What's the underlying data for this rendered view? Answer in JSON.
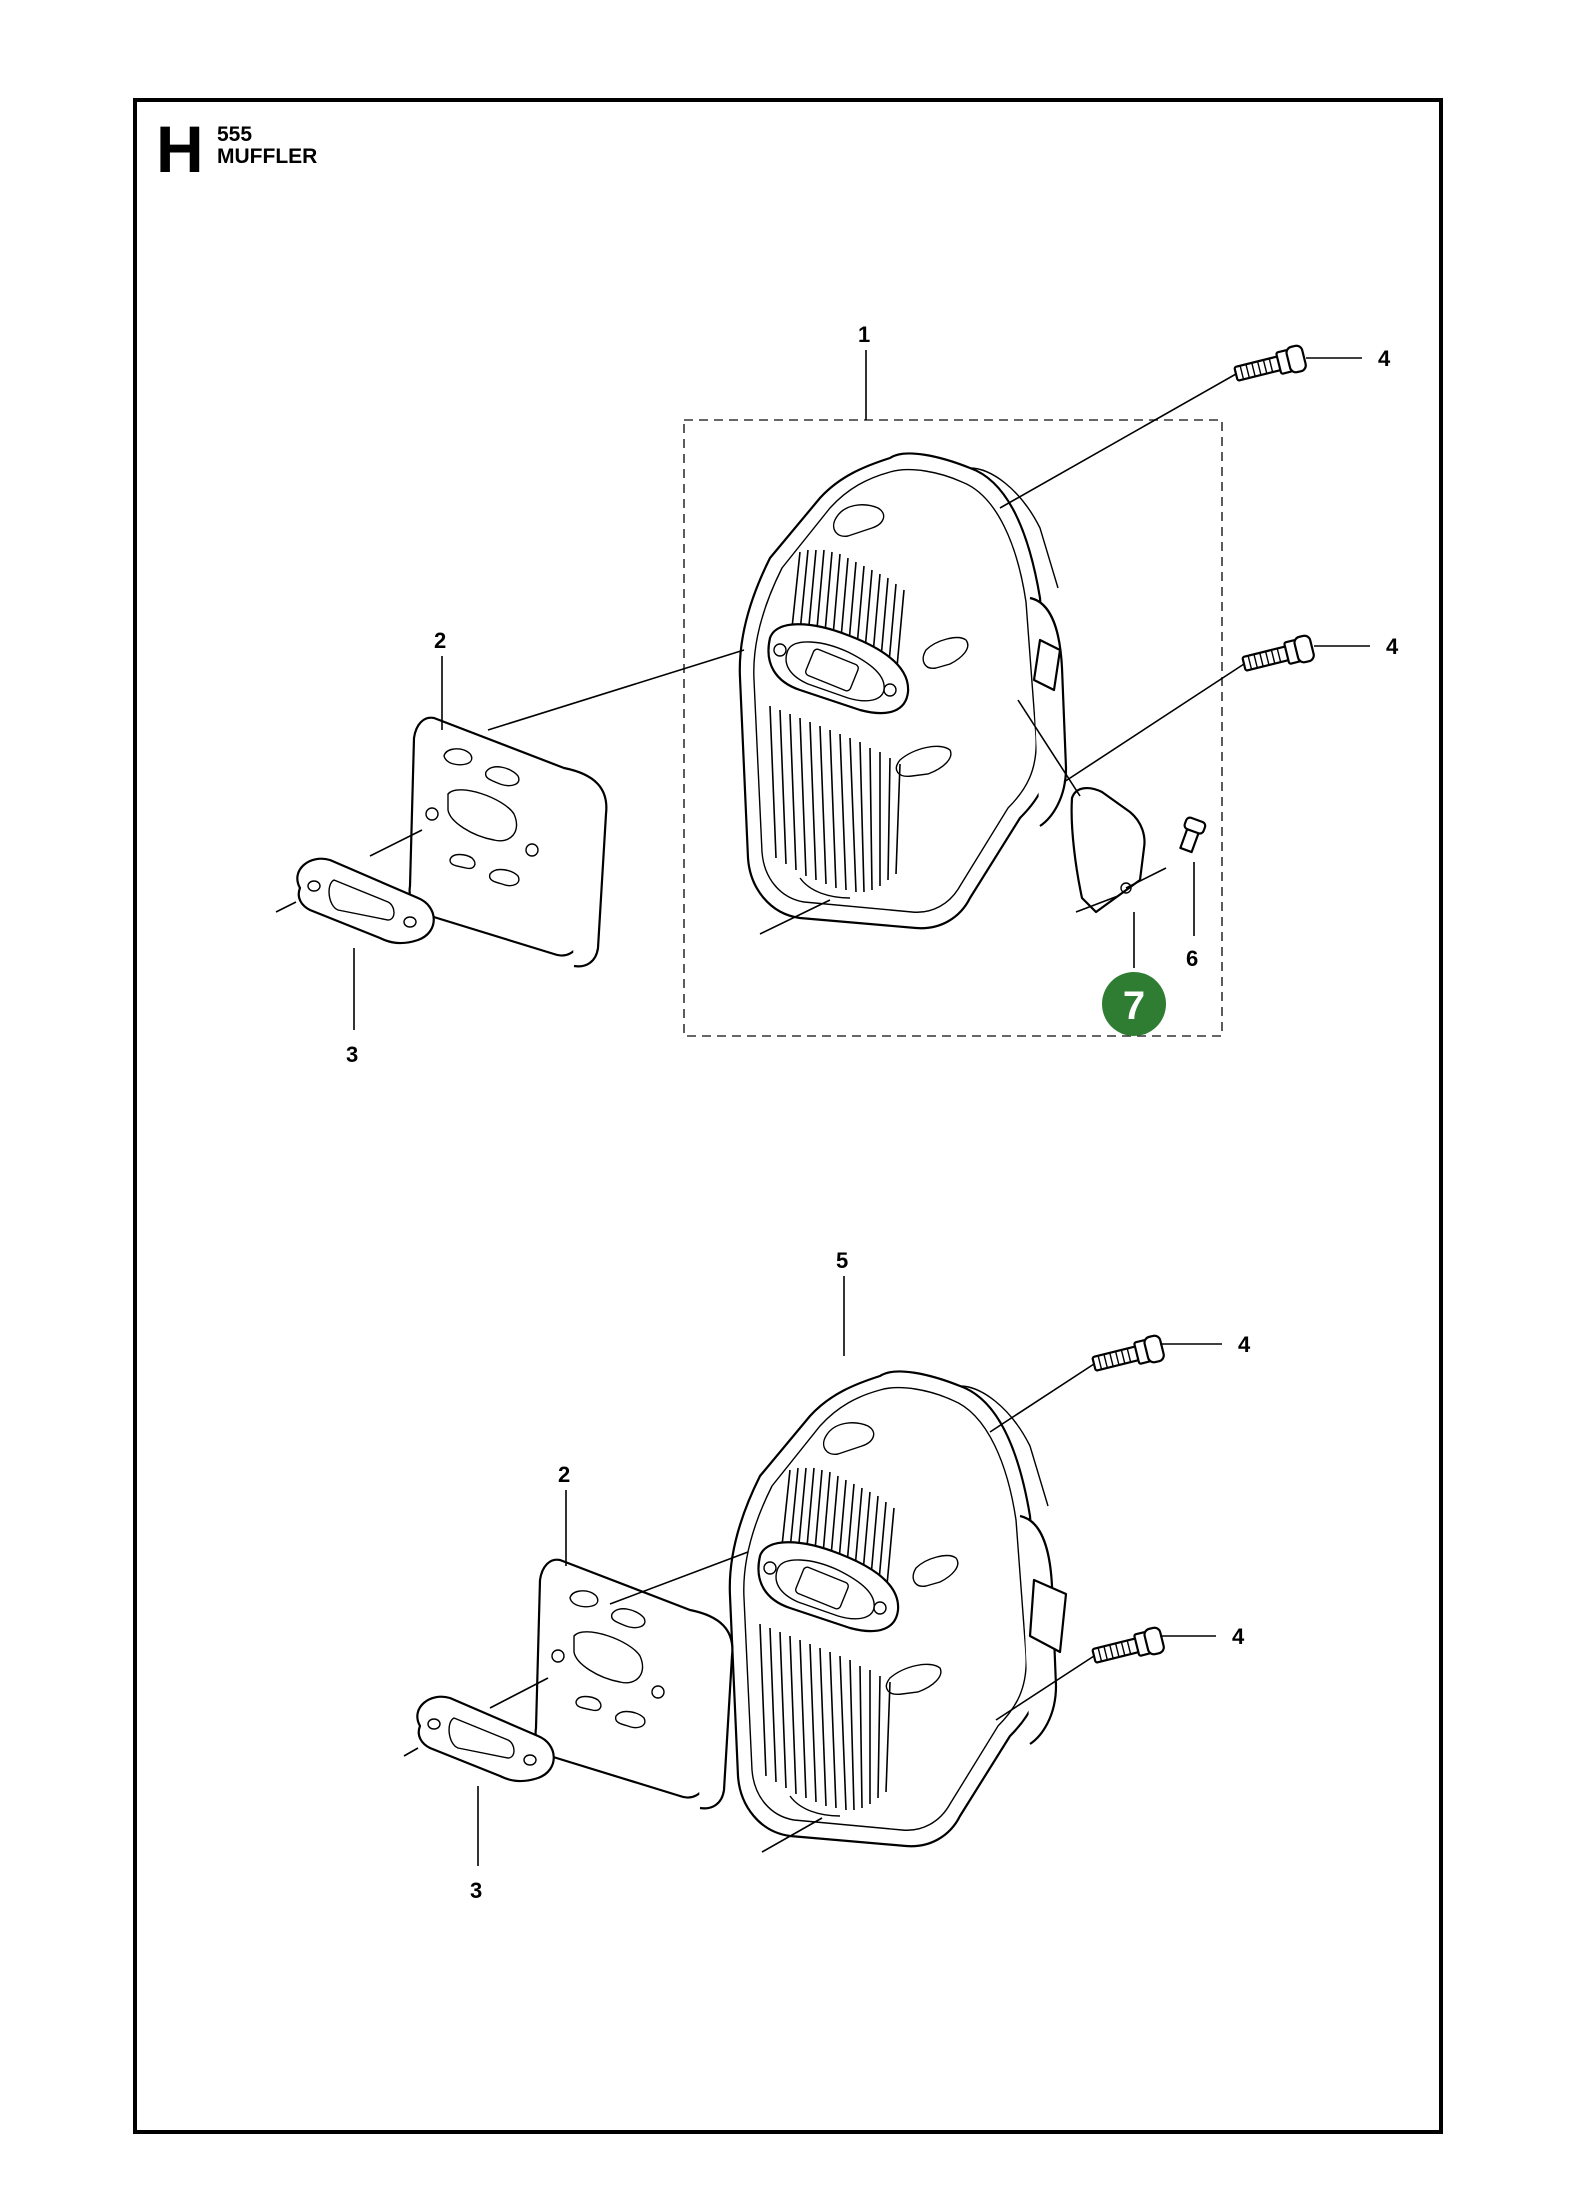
{
  "header": {
    "section_letter": "H",
    "model": "555",
    "title": "MUFFLER"
  },
  "callouts": {
    "top_muffler_kit": "1",
    "top_plate": "2",
    "top_gasket": "3",
    "top_screw_upper": "4",
    "top_screw_lower": "4",
    "top_deflector": "7",
    "top_deflector_screw": "6",
    "bottom_muffler": "5",
    "bottom_plate": "2",
    "bottom_gasket": "3",
    "bottom_screw_upper": "4",
    "bottom_screw_lower": "4"
  },
  "colors": {
    "badge": "#2e7d32",
    "ink": "#000000"
  }
}
